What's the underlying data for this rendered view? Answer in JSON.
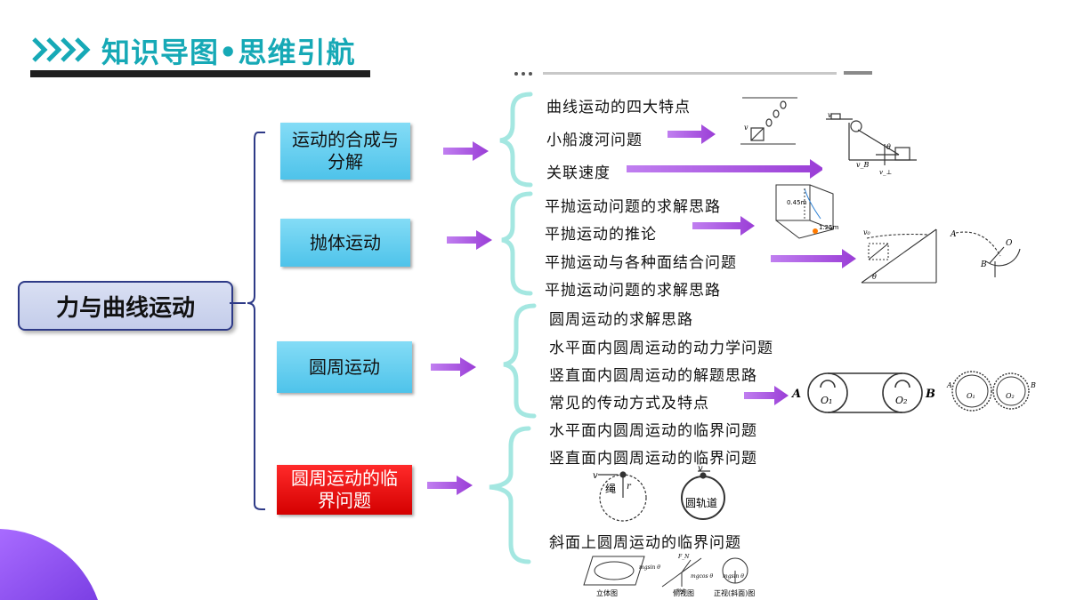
{
  "header": {
    "title": "知识导图•思维引航"
  },
  "root": {
    "label": "力与曲线运动"
  },
  "topics": [
    {
      "label_l1": "运动的合成与",
      "label_l2": "分解"
    },
    {
      "label": "抛体运动"
    },
    {
      "label": "圆周运动"
    },
    {
      "label_l1": "圆周运动的临",
      "label_l2": "界问题"
    }
  ],
  "items": {
    "composition": [
      "曲线运动的四大特点",
      "小船渡河问题",
      "关联速度"
    ],
    "projectile": [
      "平抛运动问题的求解思路",
      "平抛运动的推论",
      "平抛运动与各种面结合问题",
      "平抛运动问题的求解思路"
    ],
    "circular": [
      "圆周运动的求解思路",
      "水平面内圆周运动的动力学问题",
      "竖直面内圆周运动的解题思路",
      "常见的传动方式及特点"
    ],
    "critical": [
      "水平面内圆周运动的临界问题",
      "竖直面内圆周运动的临界问题",
      "斜面上圆周运动的临界问题"
    ]
  },
  "figure_labels": {
    "rope_rail": {
      "v_left": "v",
      "rope": "绳",
      "r": "r",
      "v_right": "v",
      "rail": "圆轨道"
    },
    "belt": {
      "a": "A",
      "b": "B",
      "o1": "O₁",
      "o2": "O₂"
    },
    "incline": {
      "view3d": "立体图",
      "side": "侧视图",
      "front": "正视(斜面)图",
      "mgsin": "mgsin θ",
      "mgcos": "mgcos θ",
      "mg": "mg",
      "fn": "F_N",
      "mgsin2": "mgsin θ"
    },
    "projectile_height": {
      "h1": "0.45m",
      "h2": "1.25m"
    },
    "boat": {
      "v": "v"
    },
    "pulley": {
      "v": "v",
      "vb": "v_B",
      "theta": "θ",
      "vt": "v_⊥"
    },
    "slope": {
      "v0": "v₀",
      "theta": "θ"
    },
    "arc": {
      "a": "A",
      "o": "O",
      "b": "B"
    },
    "gears": {
      "a": "A",
      "b": "B",
      "o1": "O₁",
      "o2": "O₂"
    }
  },
  "colors": {
    "accent": "#16a9b6",
    "arrow": "#a64bd6",
    "brace_blue": "#2e3a87",
    "brace_cyan": "#a4e7e1",
    "topic_blue": "#4ec3ea",
    "topic_red": "#e00000"
  }
}
